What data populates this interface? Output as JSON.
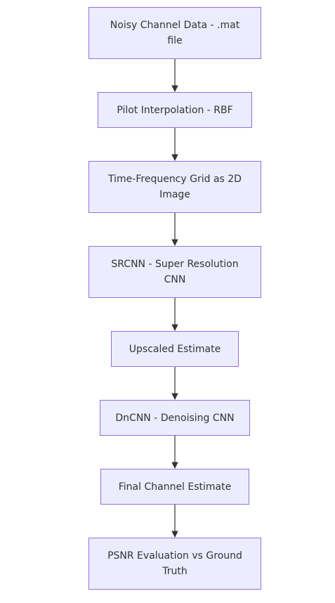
{
  "diagram": {
    "nodes": [
      {
        "id": "n1",
        "label": "Noisy Channel Data - .mat file"
      },
      {
        "id": "n2",
        "label": "Pilot Interpolation - RBF"
      },
      {
        "id": "n3",
        "label": "Time-Frequency Grid as 2D Image"
      },
      {
        "id": "n4",
        "label": "SRCNN - Super Resolution CNN"
      },
      {
        "id": "n5",
        "label": "Upscaled Estimate"
      },
      {
        "id": "n6",
        "label": "DnCNN - Denoising CNN"
      },
      {
        "id": "n7",
        "label": "Final Channel Estimate"
      },
      {
        "id": "n8",
        "label": "PSNR Evaluation vs Ground Truth"
      }
    ],
    "edges": [
      {
        "from": "n1",
        "to": "n2"
      },
      {
        "from": "n2",
        "to": "n3"
      },
      {
        "from": "n3",
        "to": "n4"
      },
      {
        "from": "n4",
        "to": "n5"
      },
      {
        "from": "n5",
        "to": "n6"
      },
      {
        "from": "n6",
        "to": "n7"
      },
      {
        "from": "n7",
        "to": "n8"
      }
    ],
    "colors": {
      "node_fill": "#ececff",
      "node_border": "#9370db",
      "text": "#333333",
      "edge": "#333333"
    }
  }
}
